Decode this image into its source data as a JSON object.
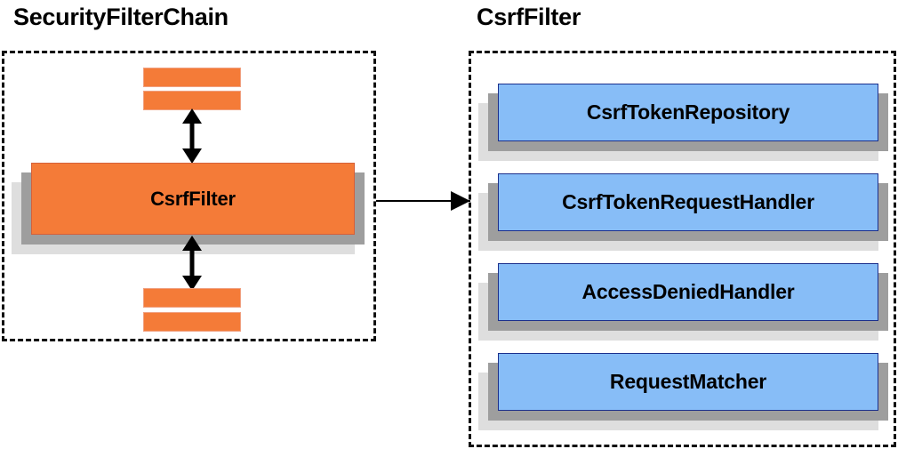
{
  "diagram": {
    "title_left": "SecurityFilterChain",
    "title_right": "CsrfFilter",
    "colors": {
      "filter_orange": "#f47b38",
      "collaborator_blue": "#87bdf7",
      "shadow_near": "#9e9e9e",
      "shadow_far": "#dedede",
      "border_dark": "#111111",
      "blue_border": "#1b2f8c"
    }
  },
  "security_filter_chain": {
    "title": "SecurityFilterChain",
    "filters_above": [
      "",
      ""
    ],
    "highlighted_filter": {
      "label": "CsrfFilter"
    },
    "filters_below": [
      "",
      ""
    ],
    "arrow_above_label": "",
    "arrow_below_label": ""
  },
  "csrf_filter": {
    "title": "CsrfFilter",
    "collaborators": [
      {
        "label": "CsrfTokenRepository"
      },
      {
        "label": "CsrfTokenRequestHandler"
      },
      {
        "label": "AccessDeniedHandler"
      },
      {
        "label": "RequestMatcher"
      }
    ]
  },
  "connector": {
    "from": "CsrfFilter",
    "to": "CsrfFilter detail panel",
    "direction": "right"
  }
}
